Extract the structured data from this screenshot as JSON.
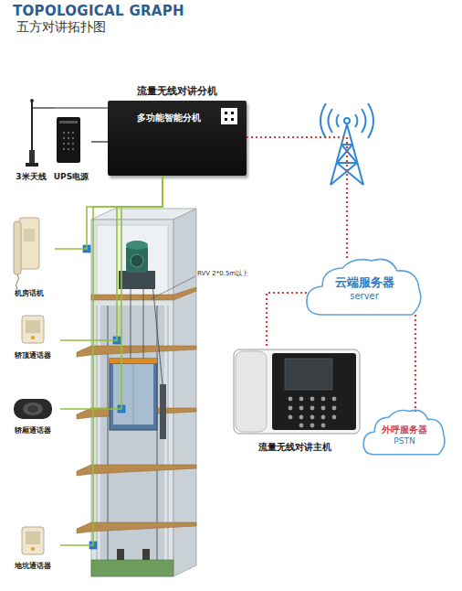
{
  "diagram": {
    "title": "TOPOLOGICAL GRAPH",
    "nodes": [
      {
        "text": [
          "流量无线对讲分机",
          "多功能智能分机"
        ]
      },
      {
        "text": [
          "3米天线"
        ]
      },
      {
        "text": [
          "UPS电源"
        ]
      },
      {
        "text": [
          "云端服务器",
          "server"
        ]
      },
      {
        "text": [
          "机房话机"
        ]
      },
      {
        "text": [
          "轿顶通话器"
        ]
      },
      {
        "text": [
          "轿厢通话器"
        ]
      },
      {
        "text": [
          "流量无线对讲主机"
        ]
      },
      {
        "text": [
          "外呼服务器",
          "PSTN"
        ]
      },
      {
        "text": [
          "地坑通话器"
        ]
      }
    ],
    "edges": [
      {
        "from": 1,
        "to": 0,
        "arrow": "none"
      },
      {
        "from": 2,
        "to": 0,
        "arrow": "none"
      },
      {
        "from": 0,
        "to": 3,
        "arrow": "none"
      },
      {
        "from": 3,
        "to": 7,
        "arrow": "none"
      },
      {
        "from": 3,
        "to": 8,
        "arrow": "none"
      },
      {
        "from": 0,
        "to": 4,
        "arrow": "none"
      },
      {
        "from": 0,
        "to": 5,
        "arrow": "none"
      },
      {
        "from": 0,
        "to": 6,
        "arrow": "none"
      },
      {
        "from": 0,
        "to": 9,
        "arrow": "none"
      }
    ],
    "labels": [
      "五方对讲拓扑图",
      "RVV 2*0.5m以上"
    ]
  }
}
